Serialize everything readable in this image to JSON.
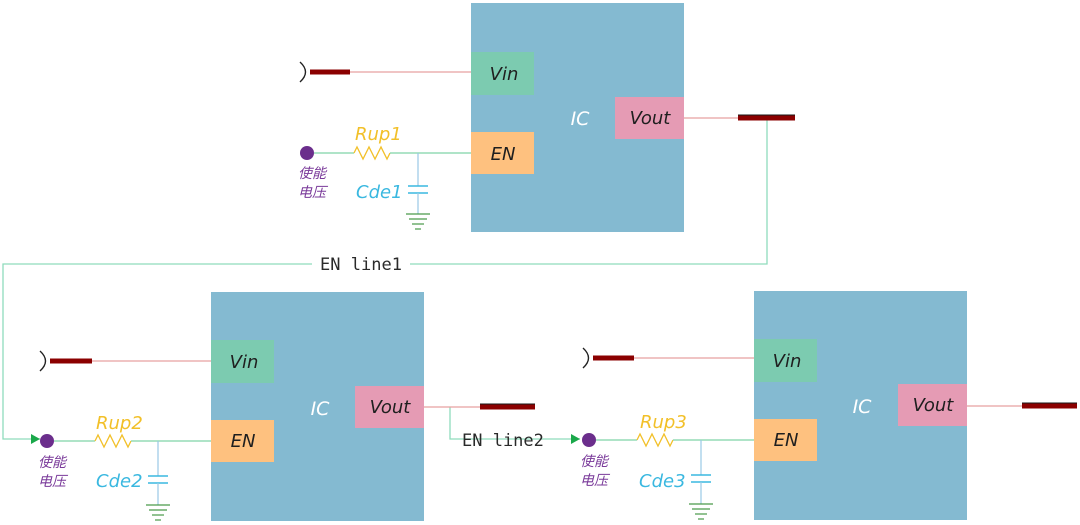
{
  "blocks": [
    {
      "ic_label": "IC",
      "vin_label": "Vin",
      "en_label": "EN",
      "vout_label": "Vout",
      "resistor_label": "Rup1",
      "capacitor_label": "Cde1",
      "enable_source_label_line1": "使能",
      "enable_source_label_line2": "电压"
    },
    {
      "ic_label": "IC",
      "vin_label": "Vin",
      "en_label": "EN",
      "vout_label": "Vout",
      "resistor_label": "Rup2",
      "capacitor_label": "Cde2",
      "enable_source_label_line1": "使能",
      "enable_source_label_line2": "电压"
    },
    {
      "ic_label": "IC",
      "vin_label": "Vin",
      "en_label": "EN",
      "vout_label": "Vout",
      "resistor_label": "Rup3",
      "capacitor_label": "Cde3",
      "enable_source_label_line1": "使能",
      "enable_source_label_line2": "电压"
    }
  ],
  "connections": [
    {
      "label": "EN line1"
    },
    {
      "label": "EN line2"
    }
  ],
  "colors": {
    "ic_body": "#84bad1",
    "vin_pin": "#7ccbb0",
    "en_pin": "#fec17f",
    "vout_pin": "#e59bb4",
    "pin_text": "#1f1f1f",
    "ic_text": "#ffffff",
    "power_wire": "#e8a0a0",
    "rail": "#8b0000",
    "en_wire": "#7fd3a6",
    "enable_line": "#8fdcbc",
    "resistor_text": "#f2c029",
    "capacitor_text": "#3ab8e0",
    "enable_dot": "#6b2e8c",
    "ground": "#4a9a4a",
    "arrow": "#1aa84a"
  }
}
